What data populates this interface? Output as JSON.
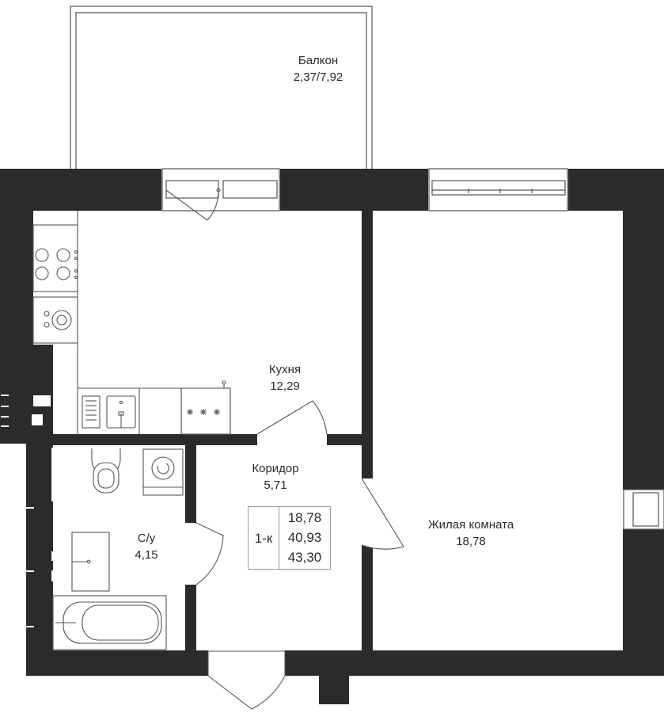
{
  "plan": {
    "wall_color": "#2b2b2b",
    "line_color": "#555555",
    "rooms": {
      "balcony": {
        "name": "Балкон",
        "area": "2,37/7,92"
      },
      "kitchen": {
        "name": "Кухня",
        "area": "12,29"
      },
      "corridor": {
        "name": "Коридор",
        "area": "5,71"
      },
      "bathroom": {
        "name": "С/у",
        "area": "4,15"
      },
      "living": {
        "name": "Жилая комната",
        "area": "18,78"
      }
    },
    "summary": {
      "type": "1-к",
      "living_area": "18,78",
      "total_area": "40,93",
      "total_with_balcony": "43,30"
    },
    "icons": [
      "stove-icon",
      "oven-icon",
      "sink-icon",
      "cooktop-icon",
      "toilet-icon",
      "washing-machine-icon",
      "washbasin-icon",
      "bathtub-icon",
      "radiator-icon",
      "window-icon",
      "door-icon"
    ]
  }
}
